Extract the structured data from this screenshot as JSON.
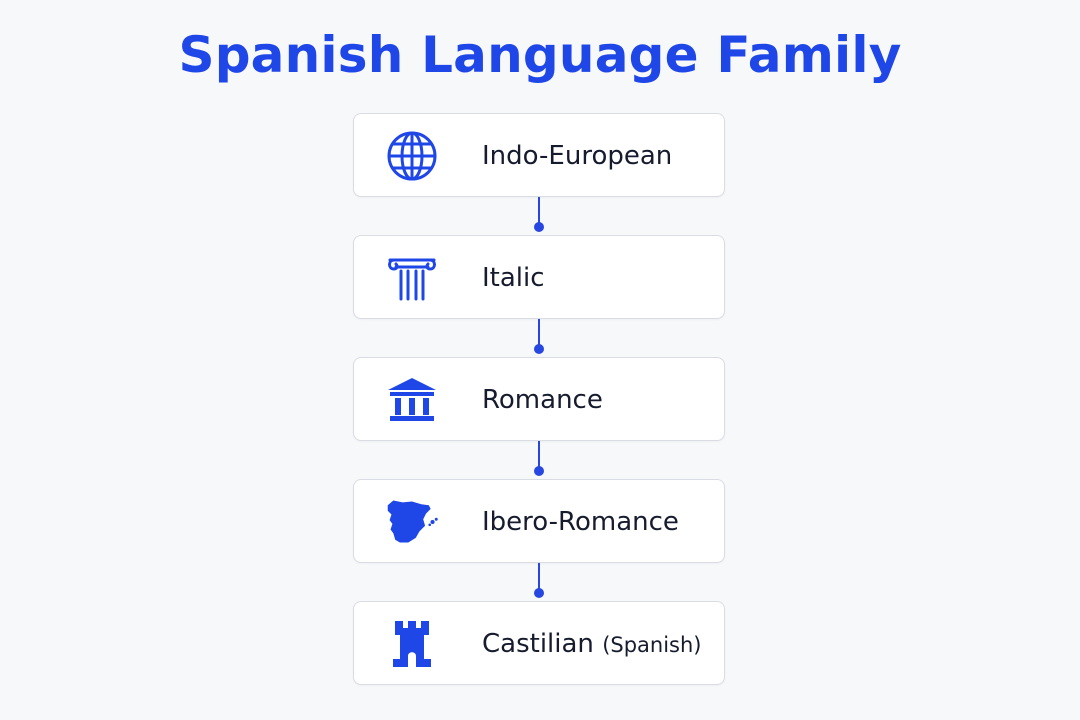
{
  "title": "Spanish Language Family",
  "accent_color": "#1f47e8",
  "nodes": [
    {
      "label": "Indo-European",
      "sub": "",
      "icon": "globe-icon"
    },
    {
      "label": "Italic",
      "sub": "",
      "icon": "ionic-column-icon"
    },
    {
      "label": "Romance",
      "sub": "",
      "icon": "classical-building-icon"
    },
    {
      "label": "Ibero-Romance",
      "sub": "",
      "icon": "iberian-peninsula-map-icon"
    },
    {
      "label": "Castilian",
      "sub": "(Spanish)",
      "icon": "castle-tower-icon"
    }
  ]
}
